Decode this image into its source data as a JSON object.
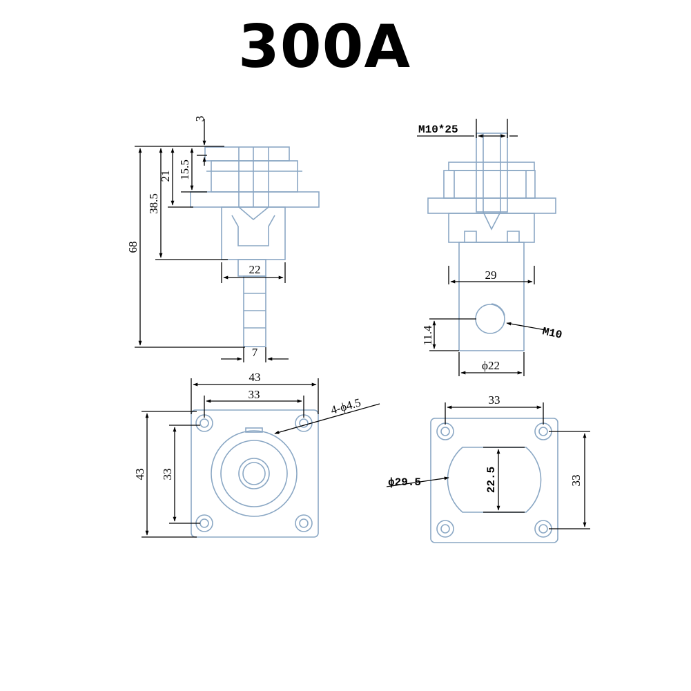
{
  "title": "300A",
  "colors": {
    "part_outline": "#8aa7c4",
    "dimension": "#000000"
  },
  "views": {
    "front": {
      "d3": "3",
      "d15_5": "15.5",
      "d21": "21",
      "d38_5": "38.5",
      "d68": "68",
      "d22": "22",
      "d7": "7"
    },
    "side": {
      "m10x25": "M10*25",
      "d29": "29",
      "m10": "M10",
      "d11_4": "11.4",
      "phi22": "ϕ22"
    },
    "top": {
      "w43": "43",
      "w33": "33",
      "holes": "4-ϕ4.5",
      "h43": "43",
      "h33": "33"
    },
    "bottom": {
      "w33": "33",
      "phi29_5": "ϕ29.5",
      "d22_5": "22.5",
      "h33": "33"
    }
  }
}
